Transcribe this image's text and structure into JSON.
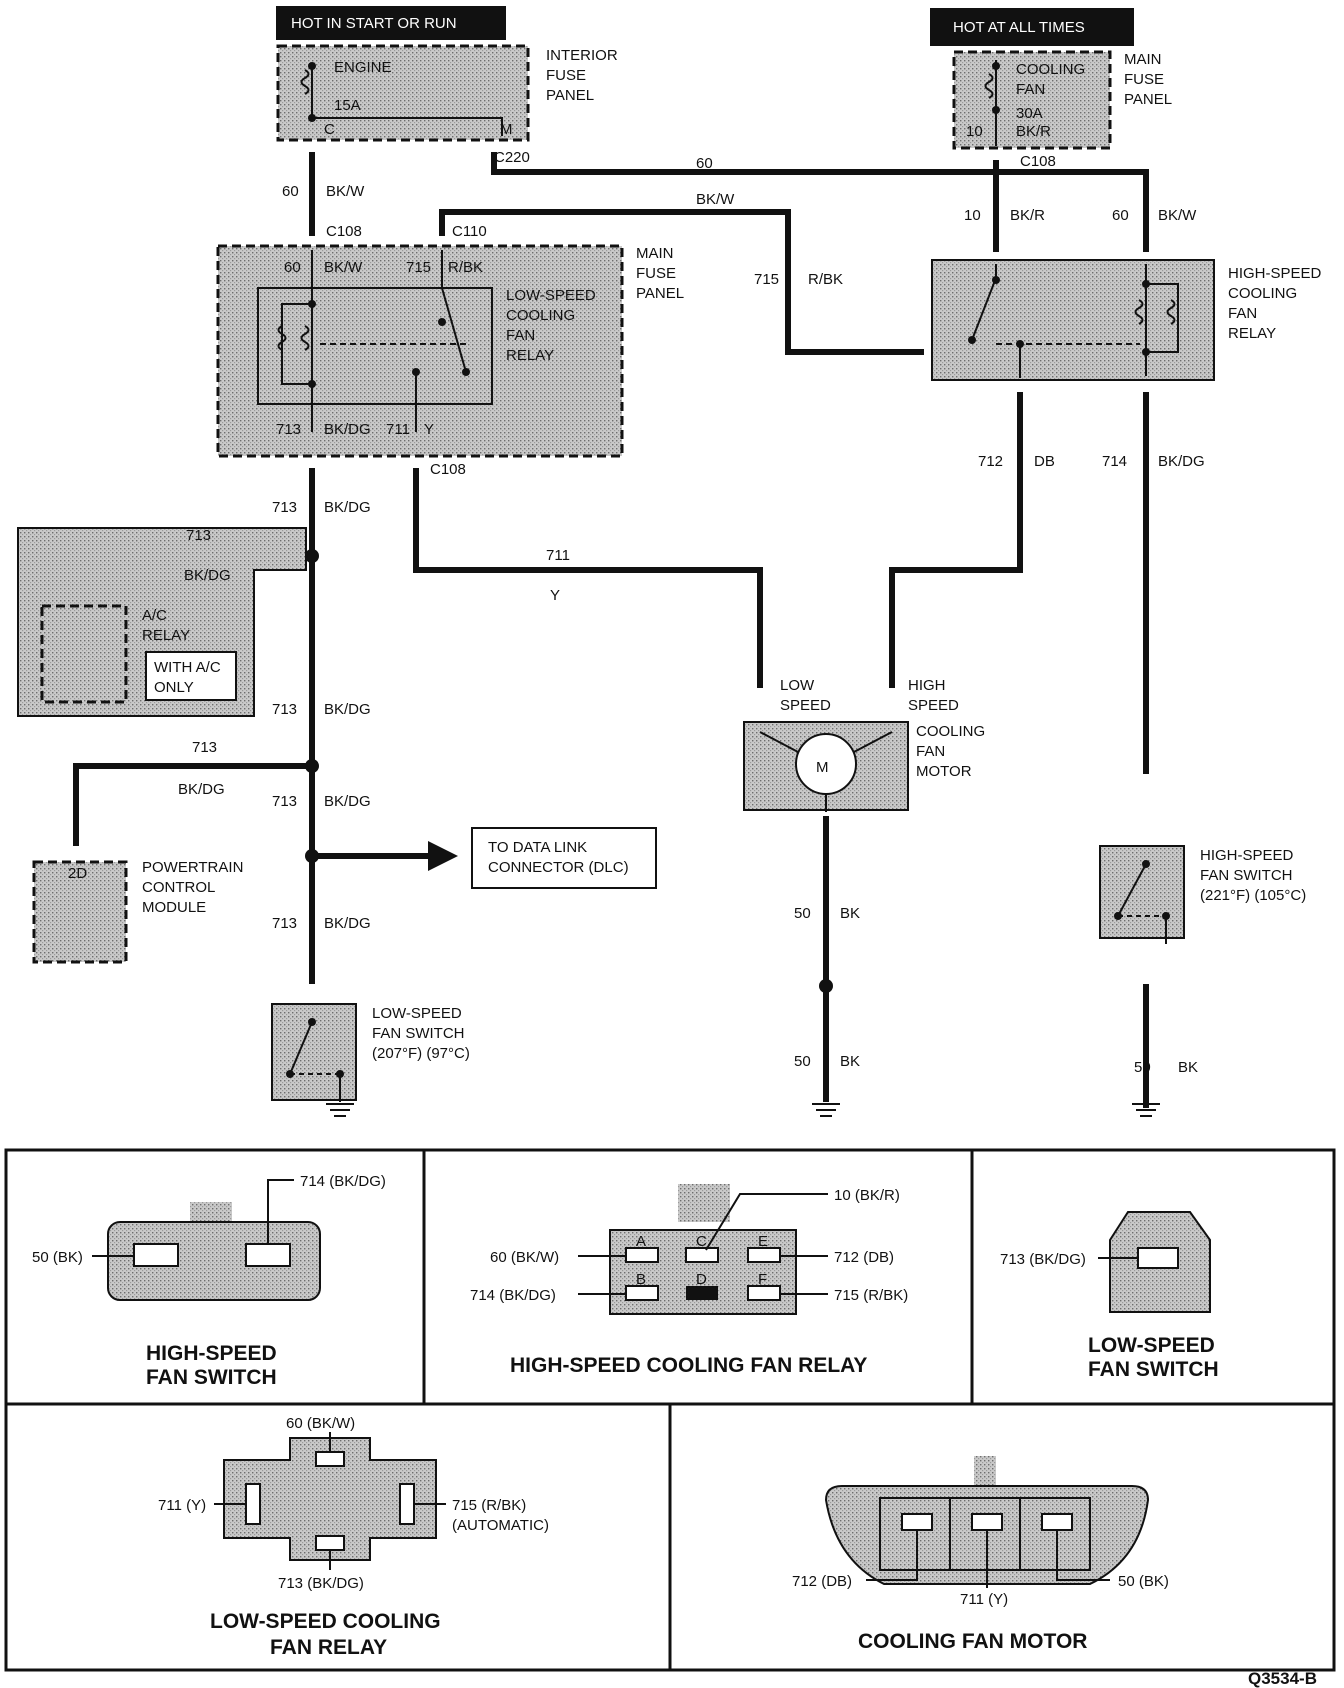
{
  "schematic": {
    "headers": {
      "start_run": "HOT IN START OR RUN",
      "all_times": "HOT AT ALL TIMES"
    },
    "interior_fuse": {
      "name": [
        "INTERIOR",
        "FUSE",
        "PANEL"
      ],
      "fuse_name": "ENGINE",
      "rating": "15A",
      "pin_c": "C",
      "pin_m": "M",
      "connector": "C220"
    },
    "main_fuse_top": {
      "name": [
        "MAIN",
        "FUSE",
        "PANEL"
      ],
      "fuse_name": [
        "COOLING",
        "FAN"
      ],
      "rating": "30A",
      "circuit": "10",
      "color": "BK/R",
      "connector": "C108"
    },
    "main_fuse_mid": {
      "name": [
        "MAIN",
        "FUSE",
        "PANEL"
      ],
      "relay_name": [
        "LOW-SPEED",
        "COOLING",
        "FAN",
        "RELAY"
      ],
      "conn_left": "C108",
      "conn_right": "C110",
      "conn_bottom": "C108",
      "in_60": "60",
      "in_60_color": "BK/W",
      "in_715": "715",
      "in_715_color": "R/BK",
      "out_713": "713",
      "out_713_color": "BK/DG",
      "out_711": "711",
      "out_711_color": "Y"
    },
    "hs_relay": {
      "name": [
        "HIGH-SPEED",
        "COOLING",
        "FAN",
        "RELAY"
      ]
    },
    "wires": {
      "w60_left": "60",
      "w60_left_color": "BK/W",
      "w60_top": "60",
      "w60_top_color": "BK/W",
      "w715": "715",
      "w715_color": "R/BK",
      "w10": "10",
      "w10_color": "BK/R",
      "w60_right": "60",
      "w60_right_color": "BK/W",
      "w712": "712",
      "w712_color": "DB",
      "w714": "714",
      "w714_color": "BK/DG",
      "w711": "711",
      "w711_color": "Y",
      "w713": "713",
      "w713_color": "BK/DG",
      "w50": "50",
      "w50_color": "BK"
    },
    "ac_relay": {
      "name": [
        "A/C",
        "RELAY"
      ],
      "note": [
        "WITH A/C",
        "ONLY"
      ],
      "wire": "713",
      "color": "BK/DG"
    },
    "pcm": {
      "pin": "2D",
      "name": [
        "POWERTRAIN",
        "CONTROL",
        "MODULE"
      ]
    },
    "dlc": {
      "label": [
        "TO DATA LINK",
        "CONNECTOR (DLC)"
      ]
    },
    "low_switch": {
      "name": [
        "LOW-SPEED",
        "FAN SWITCH",
        "(207°F) (97°C)"
      ]
    },
    "high_switch": {
      "name": [
        "HIGH-SPEED",
        "FAN SWITCH",
        "(221°F) (105°C)"
      ]
    },
    "motor": {
      "name": [
        "COOLING",
        "FAN",
        "MOTOR"
      ],
      "low": [
        "LOW",
        "SPEED"
      ],
      "high": [
        "HIGH",
        "SPEED"
      ],
      "symbol": "M"
    }
  },
  "connectors": {
    "hs_switch": {
      "title": [
        "HIGH-SPEED",
        "FAN SWITCH"
      ],
      "pin_50": "50 (BK)",
      "pin_714": "714 (BK/DG)"
    },
    "hs_relay": {
      "title": "HIGH-SPEED COOLING FAN RELAY",
      "pins": [
        "A",
        "C",
        "E",
        "B",
        "D",
        "F"
      ],
      "p10": "10 (BK/R)",
      "p60": "60 (BK/W)",
      "p712": "712 (DB)",
      "p714": "714 (BK/DG)",
      "p715": "715 (R/BK)"
    },
    "ls_switch": {
      "title": [
        "LOW-SPEED",
        "FAN SWITCH"
      ],
      "pin_713": "713 (BK/DG)"
    },
    "ls_relay": {
      "title": [
        "LOW-SPEED COOLING",
        "FAN RELAY"
      ],
      "p60": "60 (BK/W)",
      "p711": "711 (Y)",
      "p715": "715 (R/BK)",
      "p715_note": "(AUTOMATIC)",
      "p713": "713 (BK/DG)"
    },
    "motor": {
      "title": "COOLING FAN MOTOR",
      "p712": "712 (DB)",
      "p711": "711 (Y)",
      "p50": "50 (BK)"
    }
  },
  "figure_id": "Q3534-B"
}
